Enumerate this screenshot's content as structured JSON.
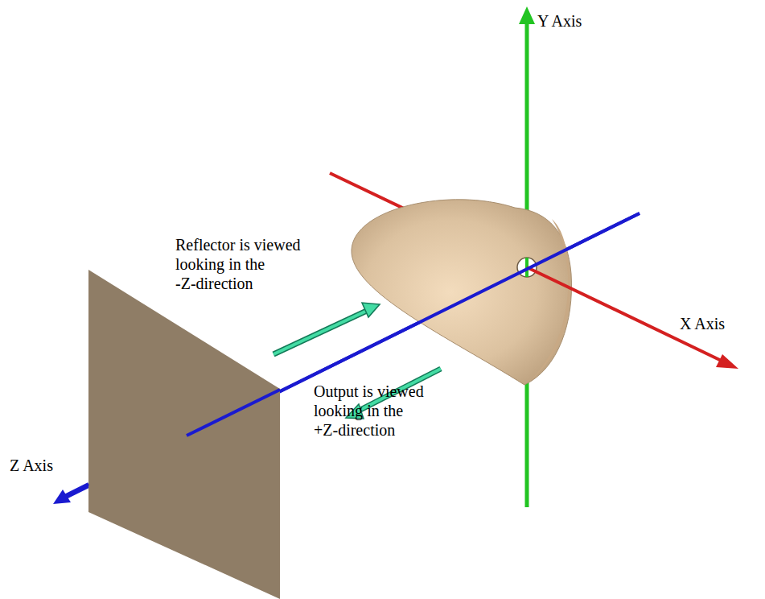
{
  "diagram": {
    "labels": [
      "Y Axis",
      "Reflector is viewed looking in the -Z-direction",
      "X Axis",
      "Output is viewed looking in the +Z-direction",
      "Z Axis"
    ]
  }
}
